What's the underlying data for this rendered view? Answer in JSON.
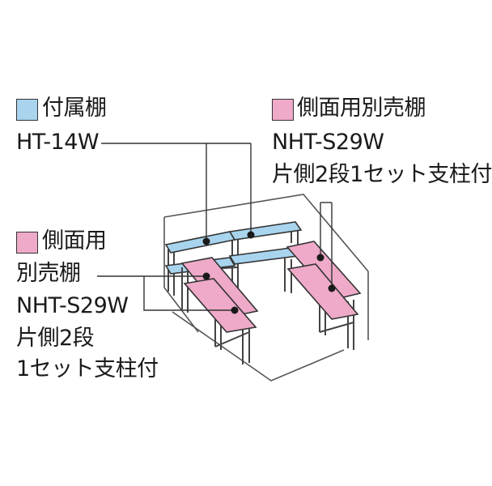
{
  "colors": {
    "included_shelf": "#a8d4ee",
    "optional_shelf": "#eeaac8",
    "frame": "#444444",
    "leader_line": "#333333"
  },
  "legend_included": {
    "icon": "blue-square-swatch",
    "title": "付属棚",
    "model": "HT-14W"
  },
  "legend_side_right": {
    "icon": "pink-square-swatch",
    "title": "側面用別売棚",
    "model": "NHT-S29W",
    "note": "片側2段1セット支柱付"
  },
  "legend_side_left": {
    "icon": "pink-square-swatch",
    "title_line1": "側面用",
    "title_line2": "別売棚",
    "model": "NHT-S29W",
    "note_line1": "片側2段",
    "note_line2": "1セット支柱付"
  }
}
